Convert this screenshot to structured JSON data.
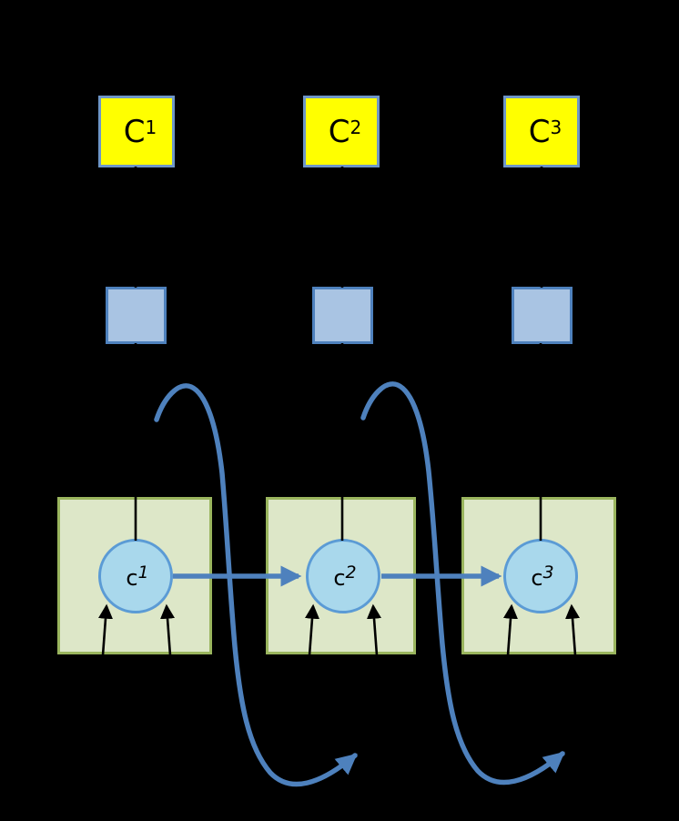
{
  "diagram": {
    "background_color": "#000000",
    "colors": {
      "yellow_node_fill": "#ffff00",
      "yellow_node_border": "#6e96c8",
      "blue_square_fill": "#a9c4e3",
      "blue_square_border": "#4e81bd",
      "green_box_fill": "#dde7c8",
      "green_box_border": "#9ab55e",
      "circle_fill": "#a9d8ec",
      "circle_border": "#5b9bd5",
      "blue_arrow": "#4e81bd",
      "black_arrow": "#000000",
      "label_color": "#000000"
    },
    "yellow_nodes": [
      {
        "base": "C",
        "sup": "1"
      },
      {
        "base": "C",
        "sup": "2"
      },
      {
        "base": "C",
        "sup": "3"
      }
    ],
    "circle_nodes": [
      {
        "base": "c",
        "sup": "1"
      },
      {
        "base": "c",
        "sup": "2"
      },
      {
        "base": "c",
        "sup": "3"
      }
    ]
  }
}
